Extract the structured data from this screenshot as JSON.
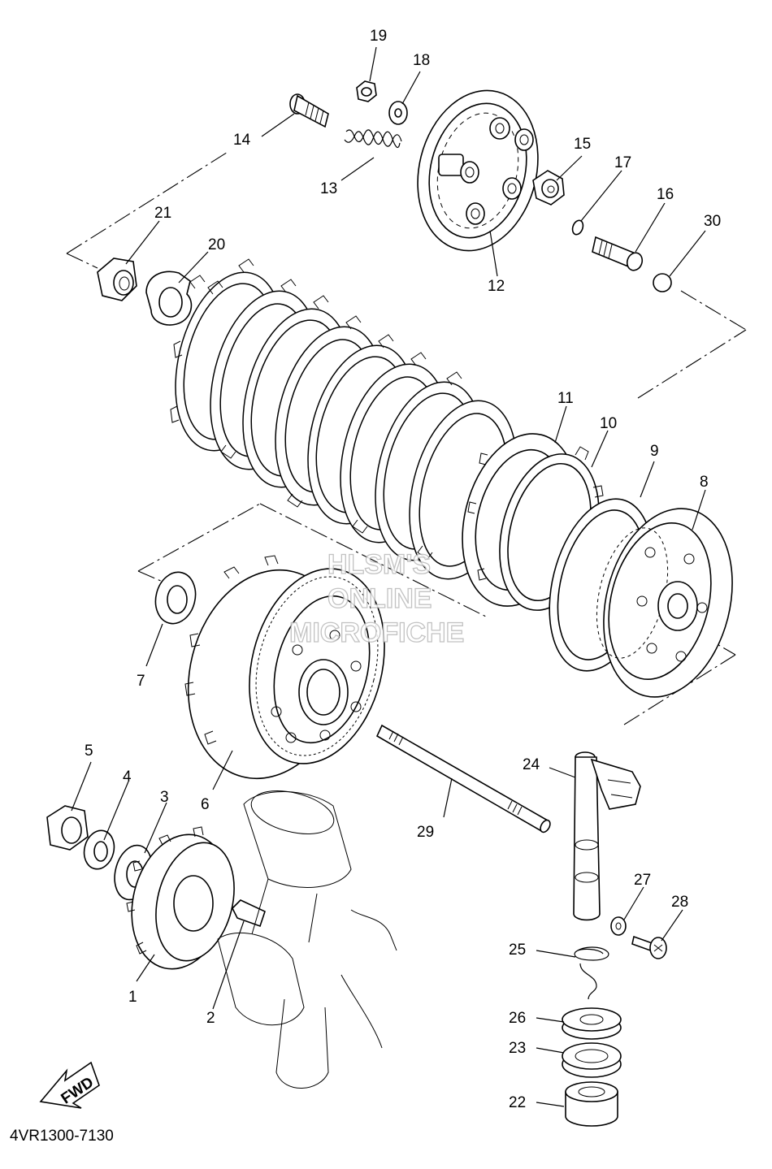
{
  "diagram": {
    "code": "4VR1300-7130",
    "watermark": [
      "HLSM'S",
      "ONLINE",
      "MICROFICHE"
    ],
    "fwd_label": "FWD",
    "callouts": [
      {
        "id": "c1",
        "text": "1"
      },
      {
        "id": "c2",
        "text": "2"
      },
      {
        "id": "c3",
        "text": "3"
      },
      {
        "id": "c4",
        "text": "4"
      },
      {
        "id": "c5",
        "text": "5"
      },
      {
        "id": "c6",
        "text": "6"
      },
      {
        "id": "c7",
        "text": "7"
      },
      {
        "id": "c8",
        "text": "8"
      },
      {
        "id": "c9",
        "text": "9"
      },
      {
        "id": "c10",
        "text": "10"
      },
      {
        "id": "c11",
        "text": "11"
      },
      {
        "id": "c12",
        "text": "12"
      },
      {
        "id": "c13",
        "text": "13"
      },
      {
        "id": "c14",
        "text": "14"
      },
      {
        "id": "c15",
        "text": "15"
      },
      {
        "id": "c16",
        "text": "16"
      },
      {
        "id": "c17",
        "text": "17"
      },
      {
        "id": "c18",
        "text": "18"
      },
      {
        "id": "c19",
        "text": "19"
      },
      {
        "id": "c20",
        "text": "20"
      },
      {
        "id": "c21",
        "text": "21"
      },
      {
        "id": "c22",
        "text": "22"
      },
      {
        "id": "c23",
        "text": "23"
      },
      {
        "id": "c24",
        "text": "24"
      },
      {
        "id": "c25",
        "text": "25"
      },
      {
        "id": "c26",
        "text": "26"
      },
      {
        "id": "c27",
        "text": "27"
      },
      {
        "id": "c28",
        "text": "28"
      },
      {
        "id": "c29",
        "text": "29"
      },
      {
        "id": "c30",
        "text": "30"
      }
    ]
  }
}
